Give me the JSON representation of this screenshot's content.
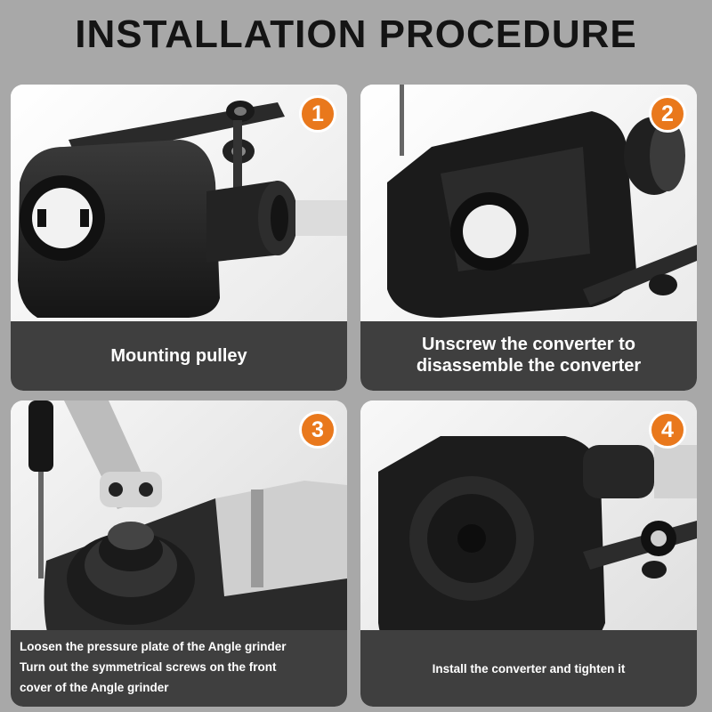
{
  "title": "INSTALLATION PROCEDURE",
  "steps": [
    {
      "number": "1",
      "caption_lines": [
        "Mounting pulley"
      ]
    },
    {
      "number": "2",
      "caption_lines": [
        "Unscrew the converter to",
        "disassemble the converter"
      ]
    },
    {
      "number": "3",
      "caption_lines": [
        "Loosen the pressure plate of the Angle grinder",
        "Turn out the symmetrical screws on the front",
        "cover of the Angle grinder"
      ]
    },
    {
      "number": "4",
      "caption_lines": [
        "Install the converter and tighten it"
      ]
    }
  ],
  "colors": {
    "background": "#a8a8a8",
    "badge": "#e9781c",
    "caption_bar": "#3f3f3f",
    "title": "#141414"
  }
}
